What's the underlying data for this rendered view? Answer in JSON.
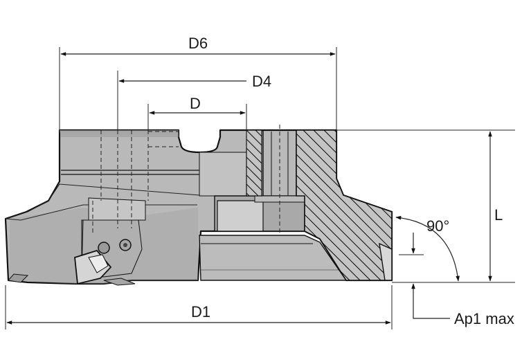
{
  "diagram": {
    "labels": {
      "d6": "D6",
      "d4": "D4",
      "d": "D",
      "l": "L",
      "angle": "90°",
      "d1": "D1",
      "ap1": "Ap1 max"
    },
    "colors": {
      "body": "#b9b9b9",
      "body_shadow": "#9d9d9d",
      "line": "#111111"
    }
  }
}
